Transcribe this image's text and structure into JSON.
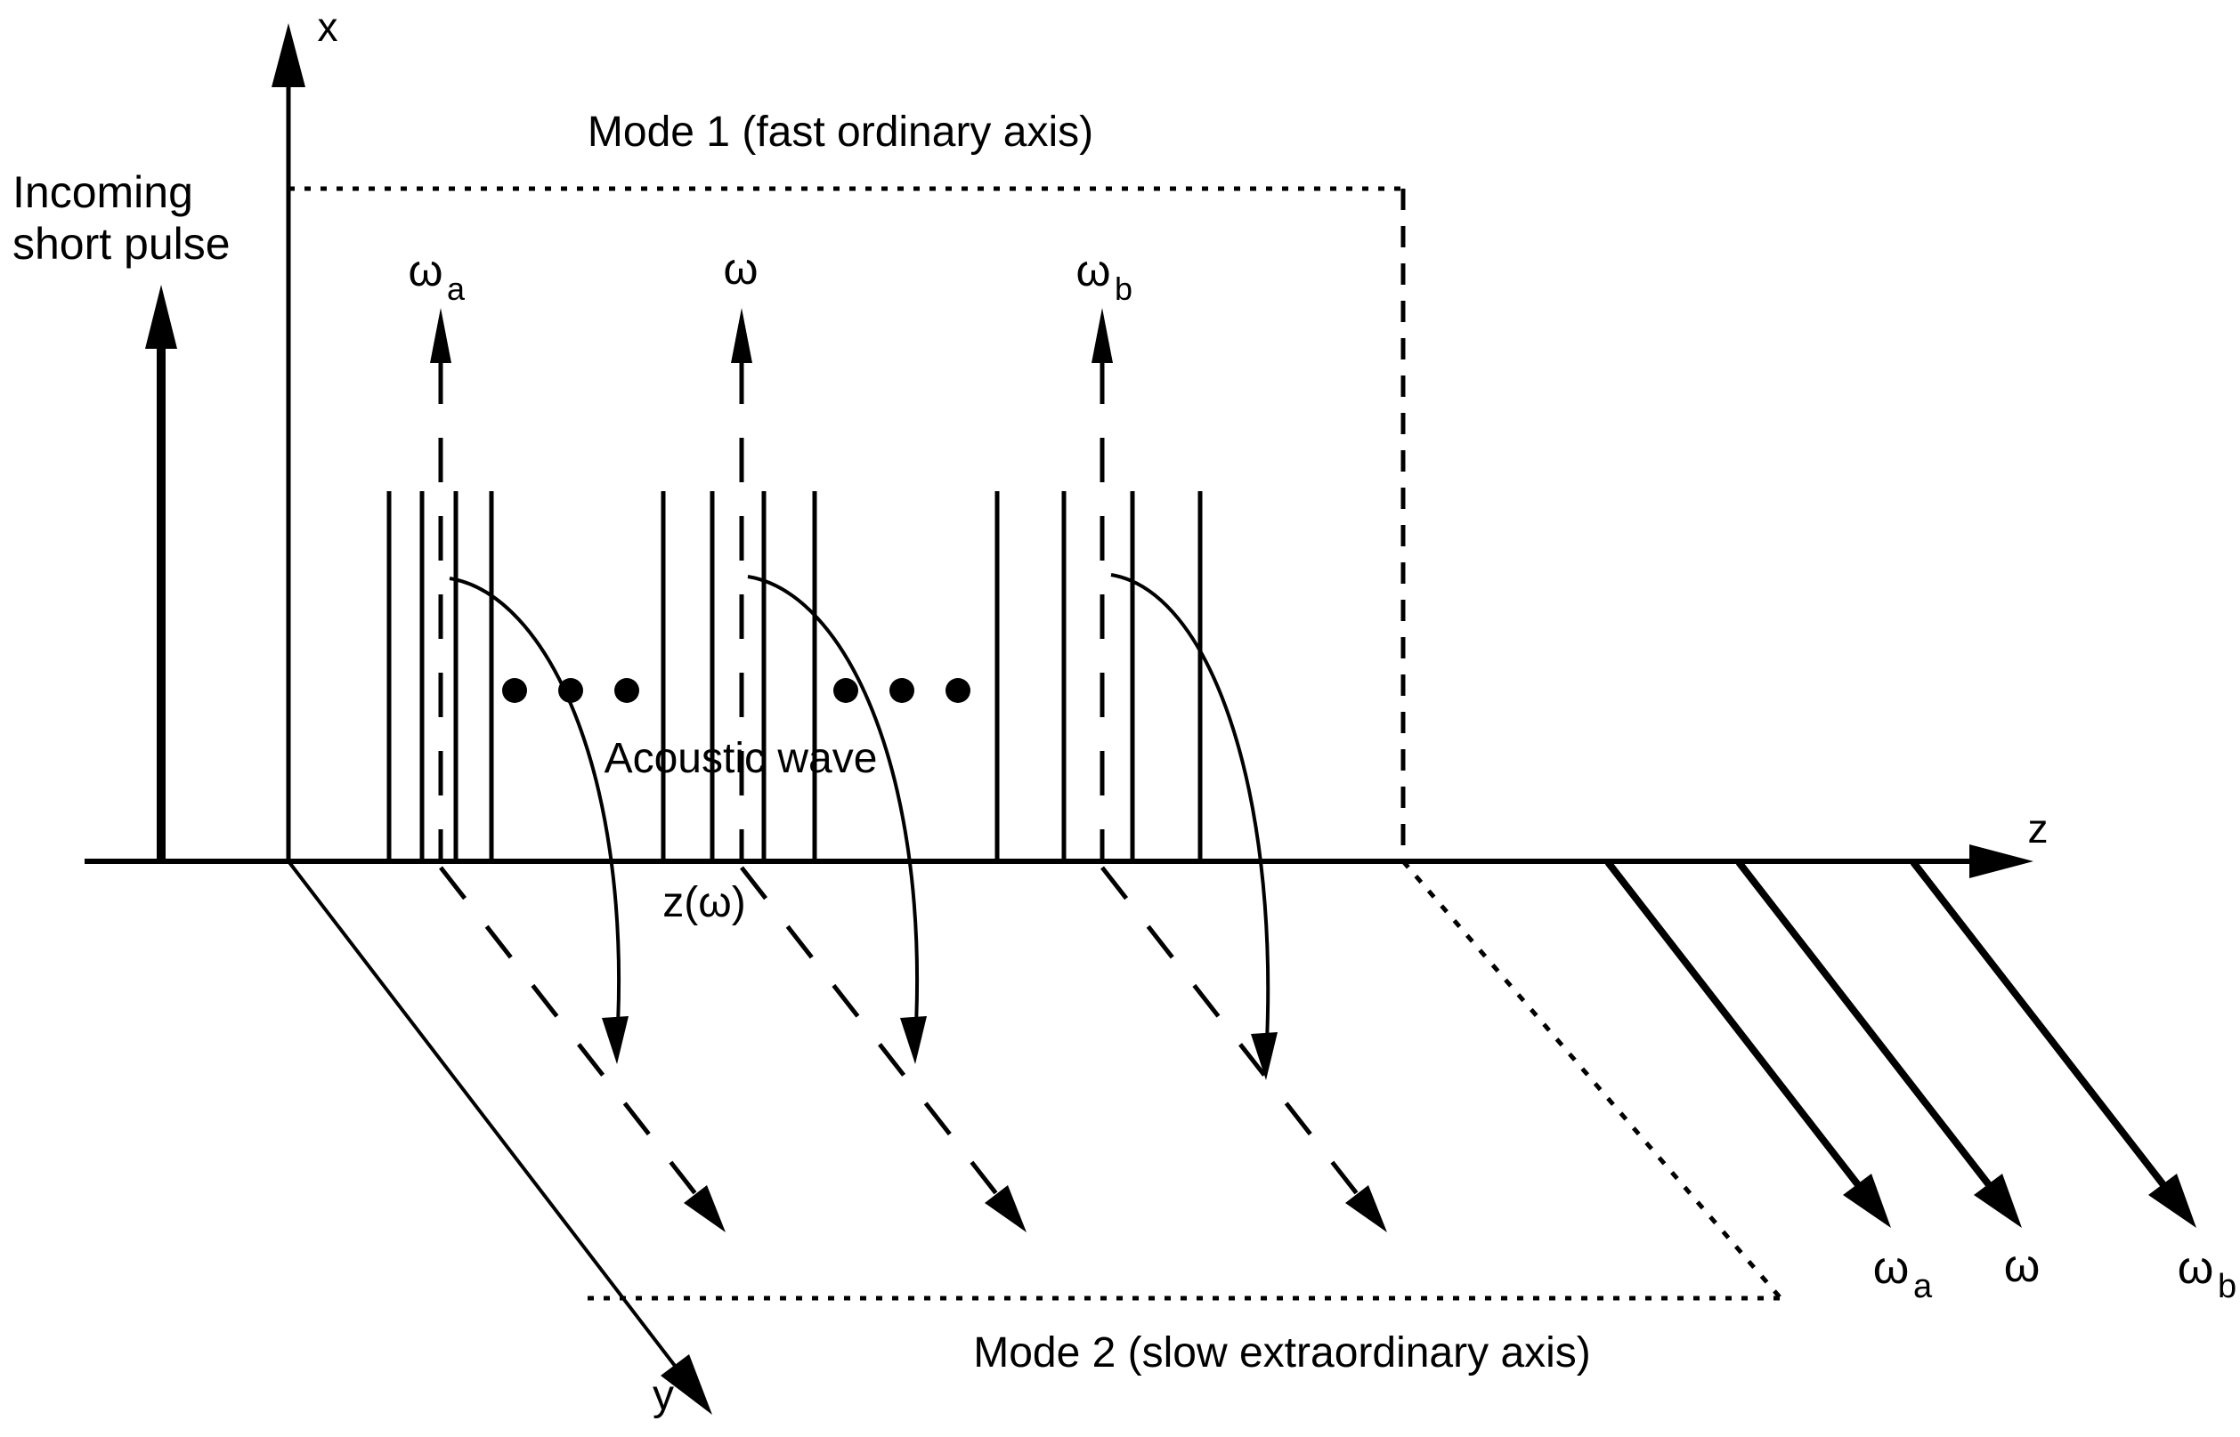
{
  "colors": {
    "ink": "#000000",
    "background": "#ffffff"
  },
  "labels": {
    "mode1_region": "Mode 1 (fast ordinary axis)",
    "mode2_region": "Mode 2 (slow extraordinary axis)",
    "incoming_line1": "Incoming",
    "incoming_line2": "short pulse",
    "acoustic_wave": "Acoustic wave",
    "z_of_omega": "z(ω)",
    "axis_x": "x",
    "axis_y": "y",
    "axis_z": "z",
    "omega": "ω",
    "subscript_a": "a",
    "subscript_b": "b"
  }
}
